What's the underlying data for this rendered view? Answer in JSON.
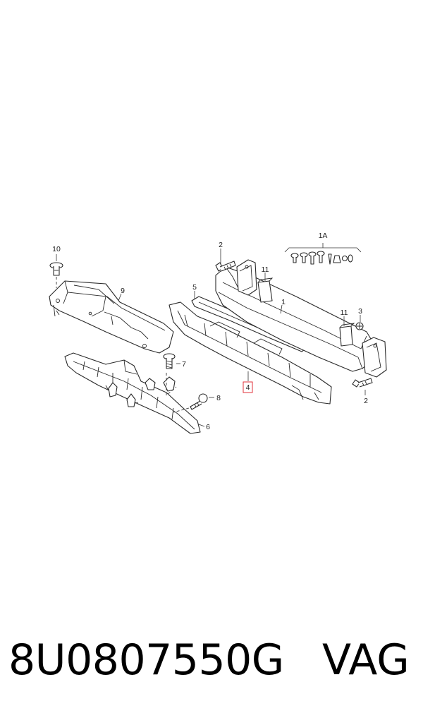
{
  "diagram": {
    "callouts": [
      {
        "id": "callout-1",
        "label": "1"
      },
      {
        "id": "callout-1a",
        "label": "1A"
      },
      {
        "id": "callout-2-top",
        "label": "2"
      },
      {
        "id": "callout-2-bottom",
        "label": "2"
      },
      {
        "id": "callout-3",
        "label": "3"
      },
      {
        "id": "callout-4",
        "label": "4"
      },
      {
        "id": "callout-5",
        "label": "5"
      },
      {
        "id": "callout-6",
        "label": "6"
      },
      {
        "id": "callout-7",
        "label": "7"
      },
      {
        "id": "callout-8",
        "label": "8"
      },
      {
        "id": "callout-9",
        "label": "9"
      },
      {
        "id": "callout-10",
        "label": "10"
      },
      {
        "id": "callout-11-left",
        "label": "11"
      },
      {
        "id": "callout-11-right",
        "label": "11"
      }
    ],
    "highlight_color": "#e0303a"
  },
  "footer": {
    "part_number": "8U0807550G",
    "brand": "VAG"
  }
}
